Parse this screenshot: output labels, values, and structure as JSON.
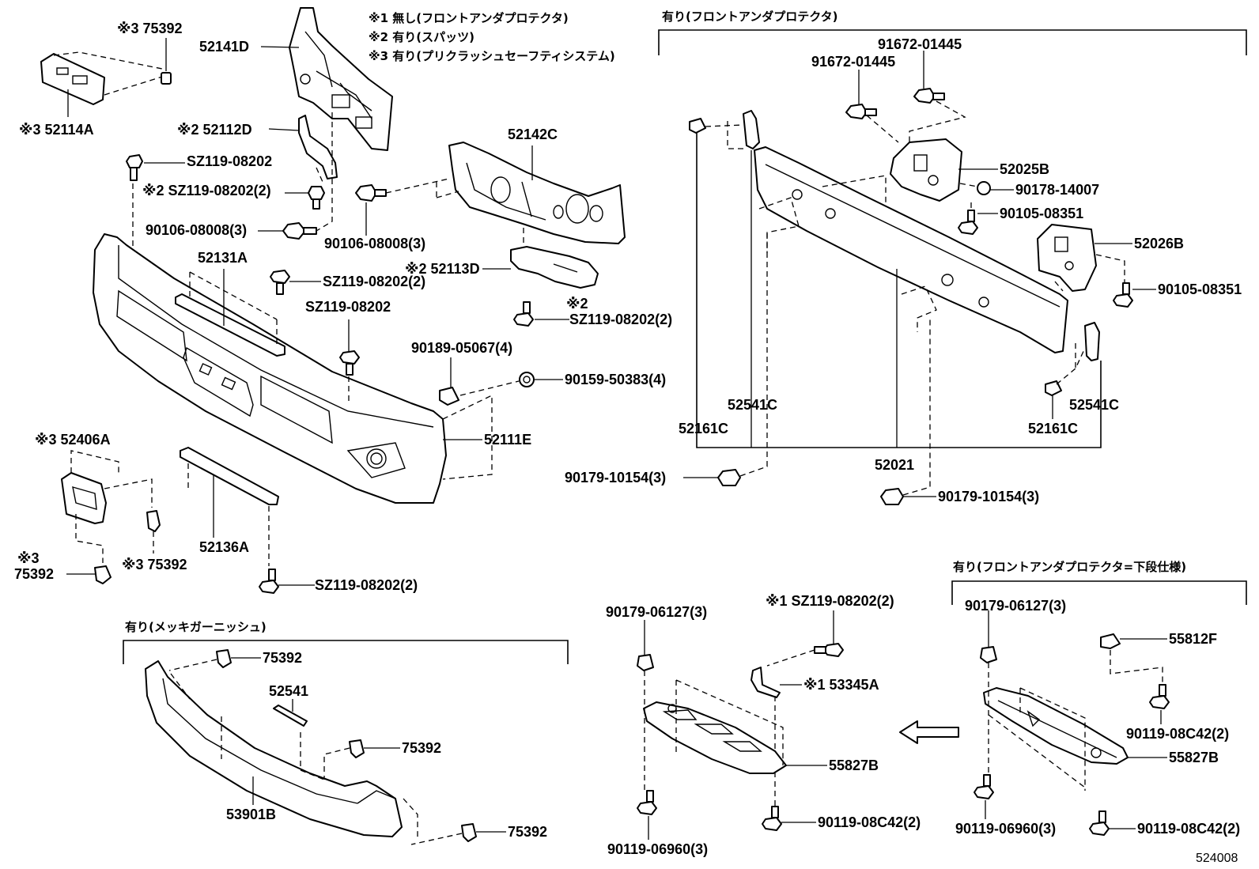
{
  "notes": [
    "※1 無し(フロントアンダプロテクタ)",
    "※2 有り(スパッツ)",
    "※3 有り(プリクラッシュセーフティシステム)"
  ],
  "groups": {
    "protector": "有り(フロントアンダプロテクタ)",
    "lower": "有り(フロントアンダプロテクタ=下段仕様)",
    "garnish": "有り(メッキガーニッシュ)"
  },
  "labels": {
    "l75392_a": "※3 75392",
    "l52114A": "※3 52114A",
    "l52141D": "52141D",
    "l52112D": "※2 52112D",
    "lSZ_a": "SZ119-08202",
    "lSZ_b": "※2 SZ119-08202(2)",
    "l90106_a": "90106-08008(3)",
    "l90106_b": "90106-08008(3)",
    "l52142C": "52142C",
    "l52131A": "52131A",
    "lSZ_c": "SZ119-08202(2)",
    "lSZ_d": "SZ119-08202",
    "l52113D": "※2 52113D",
    "lSZ_e_mark": "※2",
    "lSZ_e": "SZ119-08202(2)",
    "l90189": "90189-05067(4)",
    "l90159": "90159-50383(4)",
    "l52111E": "52111E",
    "l52406A": "※3 52406A",
    "l75392_b": "※3 75392",
    "l75392_c_mark": "※3",
    "l75392_c": "75392",
    "l52136A": "52136A",
    "lSZ_f": "SZ119-08202(2)",
    "l91672_a": "91672-01445",
    "l91672_b": "91672-01445",
    "l52025B": "52025B",
    "l90178": "90178-14007",
    "l90105_a": "90105-08351",
    "l52026B": "52026B",
    "l90105_b": "90105-08351",
    "l52541C_a": "52541C",
    "l52541C_b": "52541C",
    "l52161C_a": "52161C",
    "l52161C_b": "52161C",
    "l52021": "52021",
    "l90179_a": "90179-10154(3)",
    "l90179_b": "90179-10154(3)",
    "l75392_d": "75392",
    "l52541": "52541",
    "l75392_e": "75392",
    "l75392_f": "75392",
    "l53901B": "53901B",
    "l90179_06127_a": "90179-06127(3)",
    "lSZ_g": "※1 SZ119-08202(2)",
    "l53345A": "※1 53345A",
    "l55827B_a": "55827B",
    "l90119_06960_a": "90119-06960(3)",
    "l90119_08C42_a": "90119-08C42(2)",
    "l90179_06127_b": "90179-06127(3)",
    "l55812F": "55812F",
    "l90119_08C42_b": "90119-08C42(2)",
    "l55827B_b": "55827B",
    "l90119_06960_b": "90119-06960(3)",
    "l90119_08C42_c": "90119-08C42(2)"
  },
  "diagram_code": "524008"
}
